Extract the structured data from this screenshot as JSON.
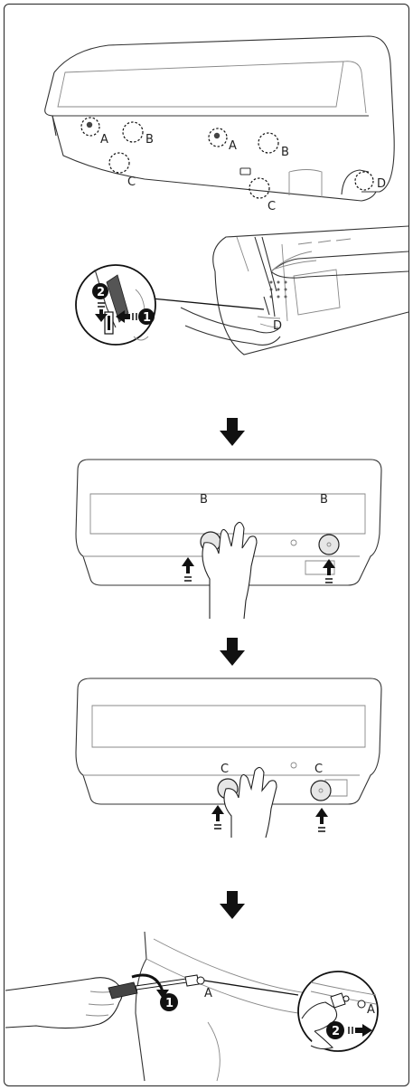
{
  "steps": [
    {
      "labels": {
        "a1": "A",
        "b1": "B",
        "a2": "A",
        "b2": "B",
        "c1": "C",
        "c2": "C",
        "d": "D"
      }
    },
    {
      "labels": {
        "d": "D",
        "n1": "1",
        "n2": "2"
      }
    },
    {
      "labels": {
        "b_left": "B",
        "b_right": "B"
      }
    },
    {
      "labels": {
        "c_left": "C",
        "c_right": "C"
      }
    },
    {
      "labels": {
        "a_left": "A",
        "a_right": "A",
        "n1": "1",
        "n2": "2"
      }
    }
  ],
  "icons": {
    "step_arrow": "down-arrow-icon",
    "push_arrow": "up-arrow-icon",
    "marker": "dotted-circle-marker",
    "callout": "number-badge"
  },
  "colors": {
    "line": "#333333",
    "fill": "#111111",
    "light": "#888888"
  }
}
